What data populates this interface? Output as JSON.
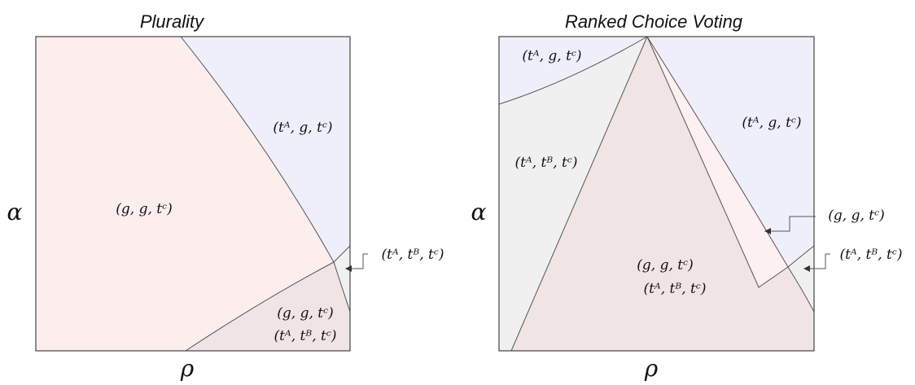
{
  "plurality": {
    "title": "Plurality",
    "x_axis": "ρ",
    "y_axis": "α",
    "regions": {
      "pink": "(g, g, tᶜ)",
      "blue": "(tᴬ, g, tᶜ)",
      "grey": "(tᴬ, tᴮ, tᶜ)",
      "mixed_top": "(g, g, tᶜ)",
      "mixed_bottom": "(tᴬ, tᴮ, tᶜ)"
    }
  },
  "rcv": {
    "title": "Ranked Choice Voting",
    "x_axis": "ρ",
    "y_axis": "α",
    "regions": {
      "blue_top_left": "(tᴬ, g, tᶜ)",
      "blue_right": "(tᴬ, g, tᶜ)",
      "grey_left": "(tᴬ, tᴮ, tᶜ)",
      "pink_sliver": "(g, g, tᶜ)",
      "grey_right": "(tᴬ, tᴮ, tᶜ)",
      "mixed_top": "(g, g, tᶜ)",
      "mixed_bottom": "(tᴬ, tᴮ, tᶜ)"
    }
  },
  "colors": {
    "pink": "#fdeeee",
    "blue": "#efeffc",
    "grey": "#f0f0f0",
    "mixed": "#f1e4e4",
    "pink_sliver": "#fdf0f0"
  }
}
